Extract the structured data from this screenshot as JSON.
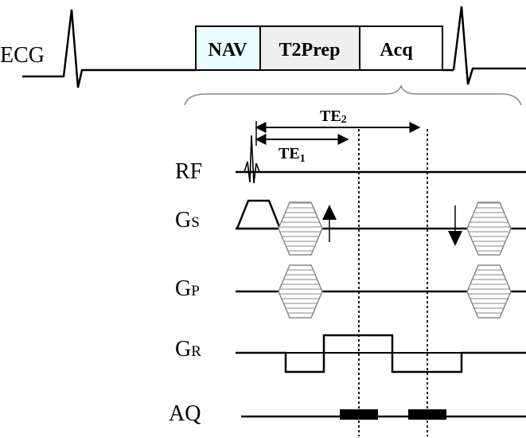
{
  "ecg": {
    "label": "ECG"
  },
  "blocks": [
    {
      "label": "NAV",
      "fill": "#eafcfd"
    },
    {
      "label": "T2Prep",
      "fill": "#efefef"
    },
    {
      "label": "Acq",
      "fill": "#ffffff"
    }
  ],
  "te": {
    "te2_main": "TE",
    "te2_sub": "2",
    "te1_main": "TE",
    "te1_sub": "1"
  },
  "channels": {
    "rf": "RF",
    "gs_main": "G",
    "gs_sub": "S",
    "gp_main": "G",
    "gp_sub": "P",
    "gr_main": "G",
    "gr_sub": "R",
    "aq": "AQ"
  },
  "colors": {
    "line": "#000000",
    "brace": "#888888",
    "hatch": "#888888"
  }
}
